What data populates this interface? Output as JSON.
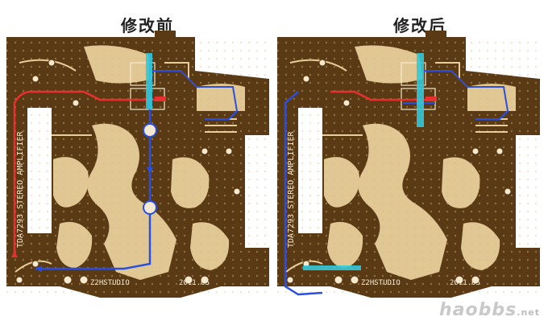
{
  "titles": {
    "before": "修改前",
    "after": "修改后"
  },
  "board": {
    "side_label": "TDA7293 STEREO AMPLIFIER",
    "studio_label": "Z2HSTUDIO",
    "date_label": "2011.05"
  },
  "watermark": {
    "main": "haobbs",
    "suffix": ".net"
  },
  "colors": {
    "board": "#5a3a14",
    "copper": "#e8cf9a",
    "silk": "#f4e9cf",
    "red_trace": "#e83030",
    "blue_trace": "#2a4fe0",
    "cyan_mark": "#33c9d8"
  }
}
